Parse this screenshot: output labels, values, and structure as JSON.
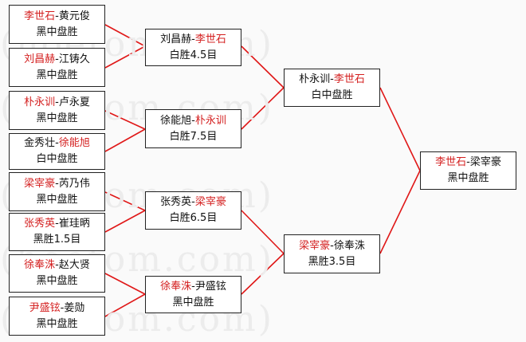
{
  "watermark": {
    "text": "(hoetom.com)",
    "color": "#ececec"
  },
  "colors": {
    "winner": "#d42020",
    "line": "#e01818",
    "text": "#111111",
    "border": "#222222"
  },
  "rounds": {
    "round1": [
      {
        "p1": "李世石",
        "sep": "-",
        "p2": "黄元俊",
        "winner": "p1",
        "result": "黑中盘胜"
      },
      {
        "p1": "刘昌赫",
        "sep": "-",
        "p2": "江铸久",
        "winner": "p1",
        "result": "黑中盘胜"
      },
      {
        "p1": "朴永训",
        "sep": "-",
        "p2": "卢永夏",
        "winner": "p1",
        "result": "黑中盘胜"
      },
      {
        "p1": "金秀壮",
        "sep": "-",
        "p2": "徐能旭",
        "winner": "p2",
        "result": "白中盘胜"
      },
      {
        "p1": "梁宰豪",
        "sep": "-",
        "p2": "芮乃伟",
        "winner": "p1",
        "result": "黑中盘胜"
      },
      {
        "p1": "张秀英",
        "sep": "-",
        "p2": "崔珪昞",
        "winner": "p1",
        "result": "黑胜1.5目"
      },
      {
        "p1": "徐奉洙",
        "sep": "-",
        "p2": "赵大贤",
        "winner": "p1",
        "result": "黑中盘胜"
      },
      {
        "p1": "尹盛铉",
        "sep": "-",
        "p2": "姜勋",
        "winner": "p1",
        "result": "黑中盘胜"
      }
    ],
    "round2": [
      {
        "p1": "刘昌赫",
        "sep": "-",
        "p2": "李世石",
        "winner": "p2",
        "result": "白胜4.5目"
      },
      {
        "p1": "徐能旭",
        "sep": "-",
        "p2": "朴永训",
        "winner": "p2",
        "result": "白胜7.5目"
      },
      {
        "p1": "张秀英",
        "sep": "-",
        "p2": "梁宰豪",
        "winner": "p2",
        "result": "白胜6.5目"
      },
      {
        "p1": "徐奉洙",
        "sep": "-",
        "p2": "尹盛铉",
        "winner": "p1",
        "result": "黑中盘胜"
      }
    ],
    "round3": [
      {
        "p1": "朴永训",
        "sep": "-",
        "p2": "李世石",
        "winner": "p2",
        "result": "白中盘胜"
      },
      {
        "p1": "梁宰豪",
        "sep": "-",
        "p2": "徐奉洙",
        "winner": "p1",
        "result": "黑胜3.5目"
      }
    ],
    "final": [
      {
        "p1": "李世石",
        "sep": "-",
        "p2": "梁宰豪",
        "winner": "p1",
        "result": "黑中盘胜"
      }
    ]
  }
}
